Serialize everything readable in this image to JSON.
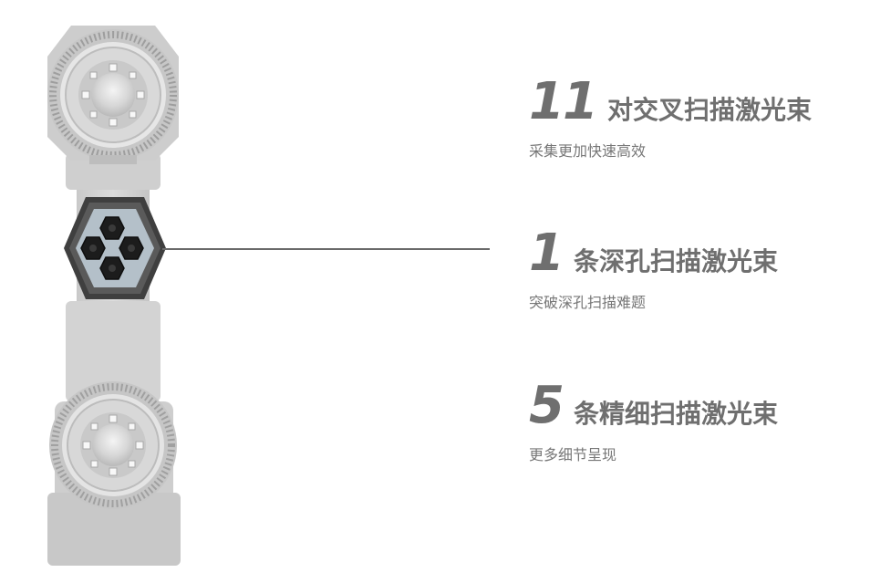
{
  "features": [
    {
      "number": "11",
      "title": "对交叉扫描激光束",
      "subtitle": "采集更加快速高效"
    },
    {
      "number": "1",
      "title": "条深孔扫描激光束",
      "subtitle": "突破深孔扫描难题"
    },
    {
      "number": "5",
      "title": "条精细扫描激光束",
      "subtitle": "更多细节呈现"
    }
  ],
  "colors": {
    "text": "#6f6f6f",
    "subtext": "#777777",
    "body_gray": "#d2d2d2",
    "hex_frame": "#444444",
    "hex_inner": "#b6c2cb",
    "lens": "#1a1a1a"
  }
}
